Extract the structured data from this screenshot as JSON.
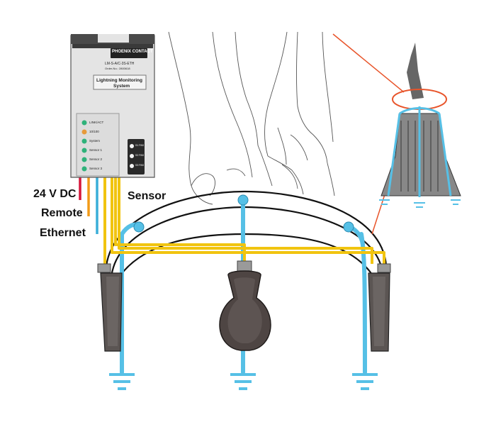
{
  "colors": {
    "power": "#d6153a",
    "remote": "#f29a18",
    "ethernet": "#3aaed8",
    "sensor_wire": "#f1c40f",
    "ground": "#56c0e6",
    "statue_highlight": "#e8542a",
    "device_body": "#e4e4e4",
    "led_green": "#2fb27a",
    "led_orange": "#e79a3b"
  },
  "device": {
    "brand": "PHOENIX CONTACT",
    "model": "LM-S-A/C-3S-ETH",
    "order": "Order-No.: 2800618",
    "title_line1": "Lightning Monitoring",
    "title_line2": "System",
    "leds": [
      {
        "label": "LINK/ACT",
        "color": "green"
      },
      {
        "label": "10/100",
        "color": "orange"
      },
      {
        "label": "System",
        "color": "green"
      },
      {
        "label": "Sensor 1",
        "color": "green"
      },
      {
        "label": "Sensor 2",
        "color": "green"
      },
      {
        "label": "Sensor 3",
        "color": "green"
      }
    ],
    "terminals": [
      "S1 PAS",
      "S2 PAS",
      "S3 PAS"
    ]
  },
  "labels": {
    "power": "24 V DC",
    "remote": "Remote",
    "ethernet": "Ethernet",
    "sensor": "Sensor"
  }
}
